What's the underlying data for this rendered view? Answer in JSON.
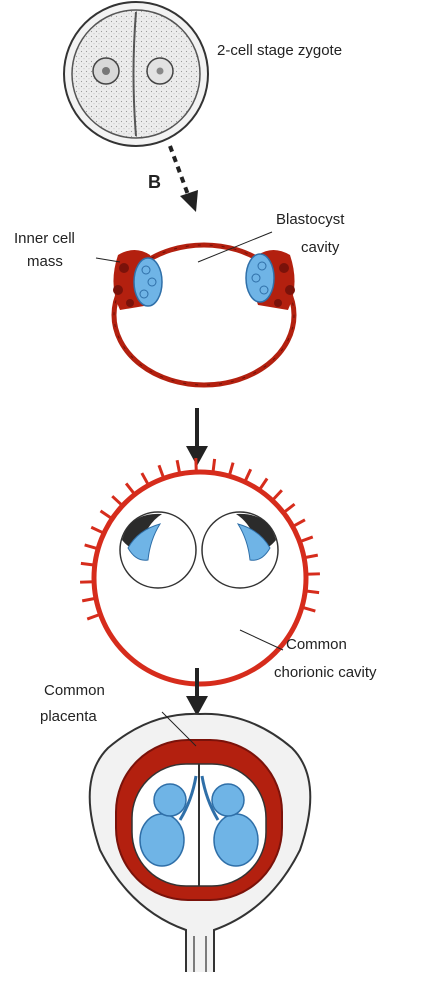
{
  "labels": {
    "zygote": "2-cell stage zygote",
    "step_b": "B",
    "inner_cell_mass_line1": "Inner cell",
    "inner_cell_mass_line2": "mass",
    "blastocyst_line1": "Blastocyst",
    "blastocyst_line2": "cavity",
    "chorionic_line1": "Common",
    "chorionic_line2": "chorionic cavity",
    "placenta_line1": "Common",
    "placenta_line2": "placenta"
  },
  "colors": {
    "red": "#d62c1c",
    "dark_red": "#a3150e",
    "blue": "#6fb4e6",
    "dark_blue": "#2f6fa8",
    "outline": "#2b2b2b",
    "zygote_fill": "#e9e9e9"
  }
}
